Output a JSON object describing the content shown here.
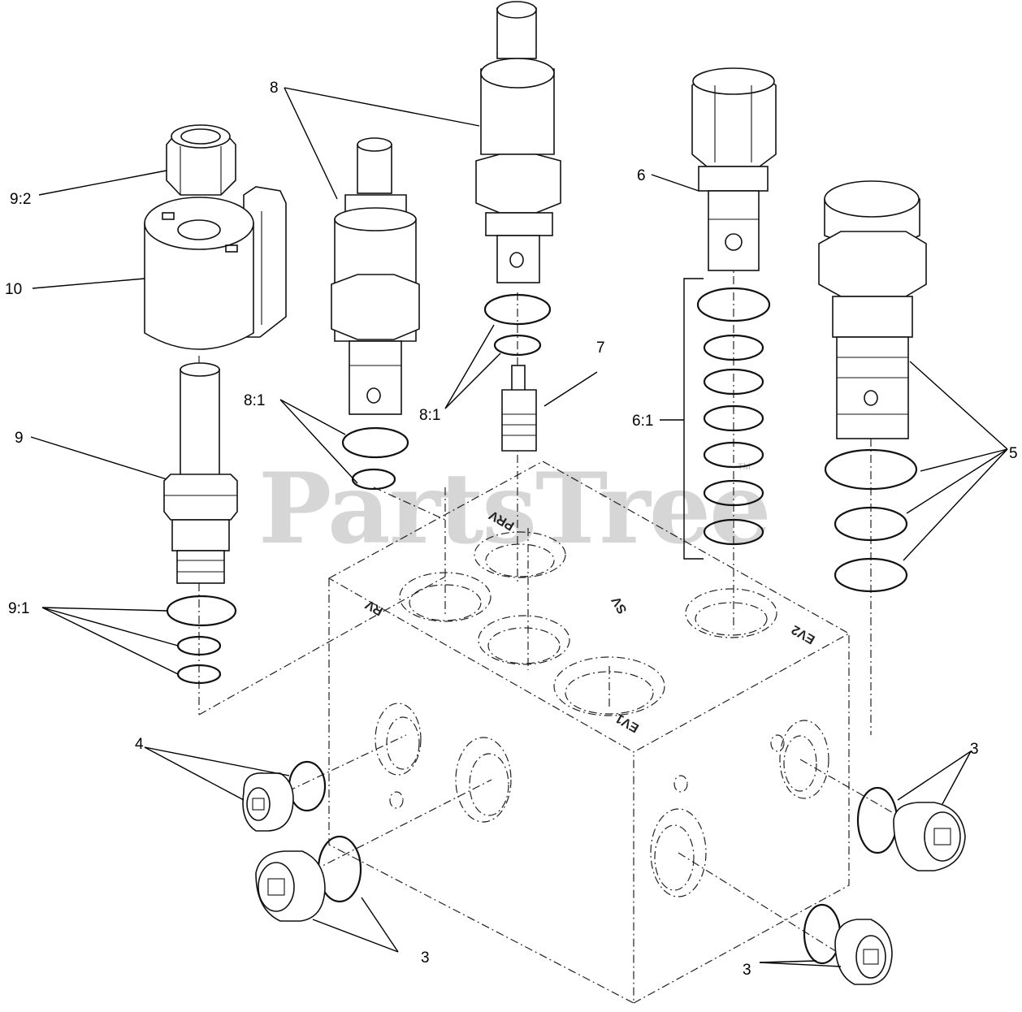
{
  "diagram": {
    "watermark": "PartsTree",
    "watermark_tm": "TM",
    "port_labels": {
      "rv": "RV",
      "prv": "PRV",
      "sv": "SV",
      "ev2": "EV2",
      "ev1": "EV1"
    },
    "callouts": {
      "c8_top": "8",
      "c9_2": "9:2",
      "c10": "10",
      "c6": "6",
      "c7": "7",
      "c8_1_left": "8:1",
      "c8_1_mid": "8:1",
      "c6_1": "6:1",
      "c9": "9",
      "c5": "5",
      "c9_1": "9:1",
      "c4": "4",
      "c3_right": "3",
      "c3_bottom_mid": "3",
      "c3_bottom_right": "3"
    }
  }
}
